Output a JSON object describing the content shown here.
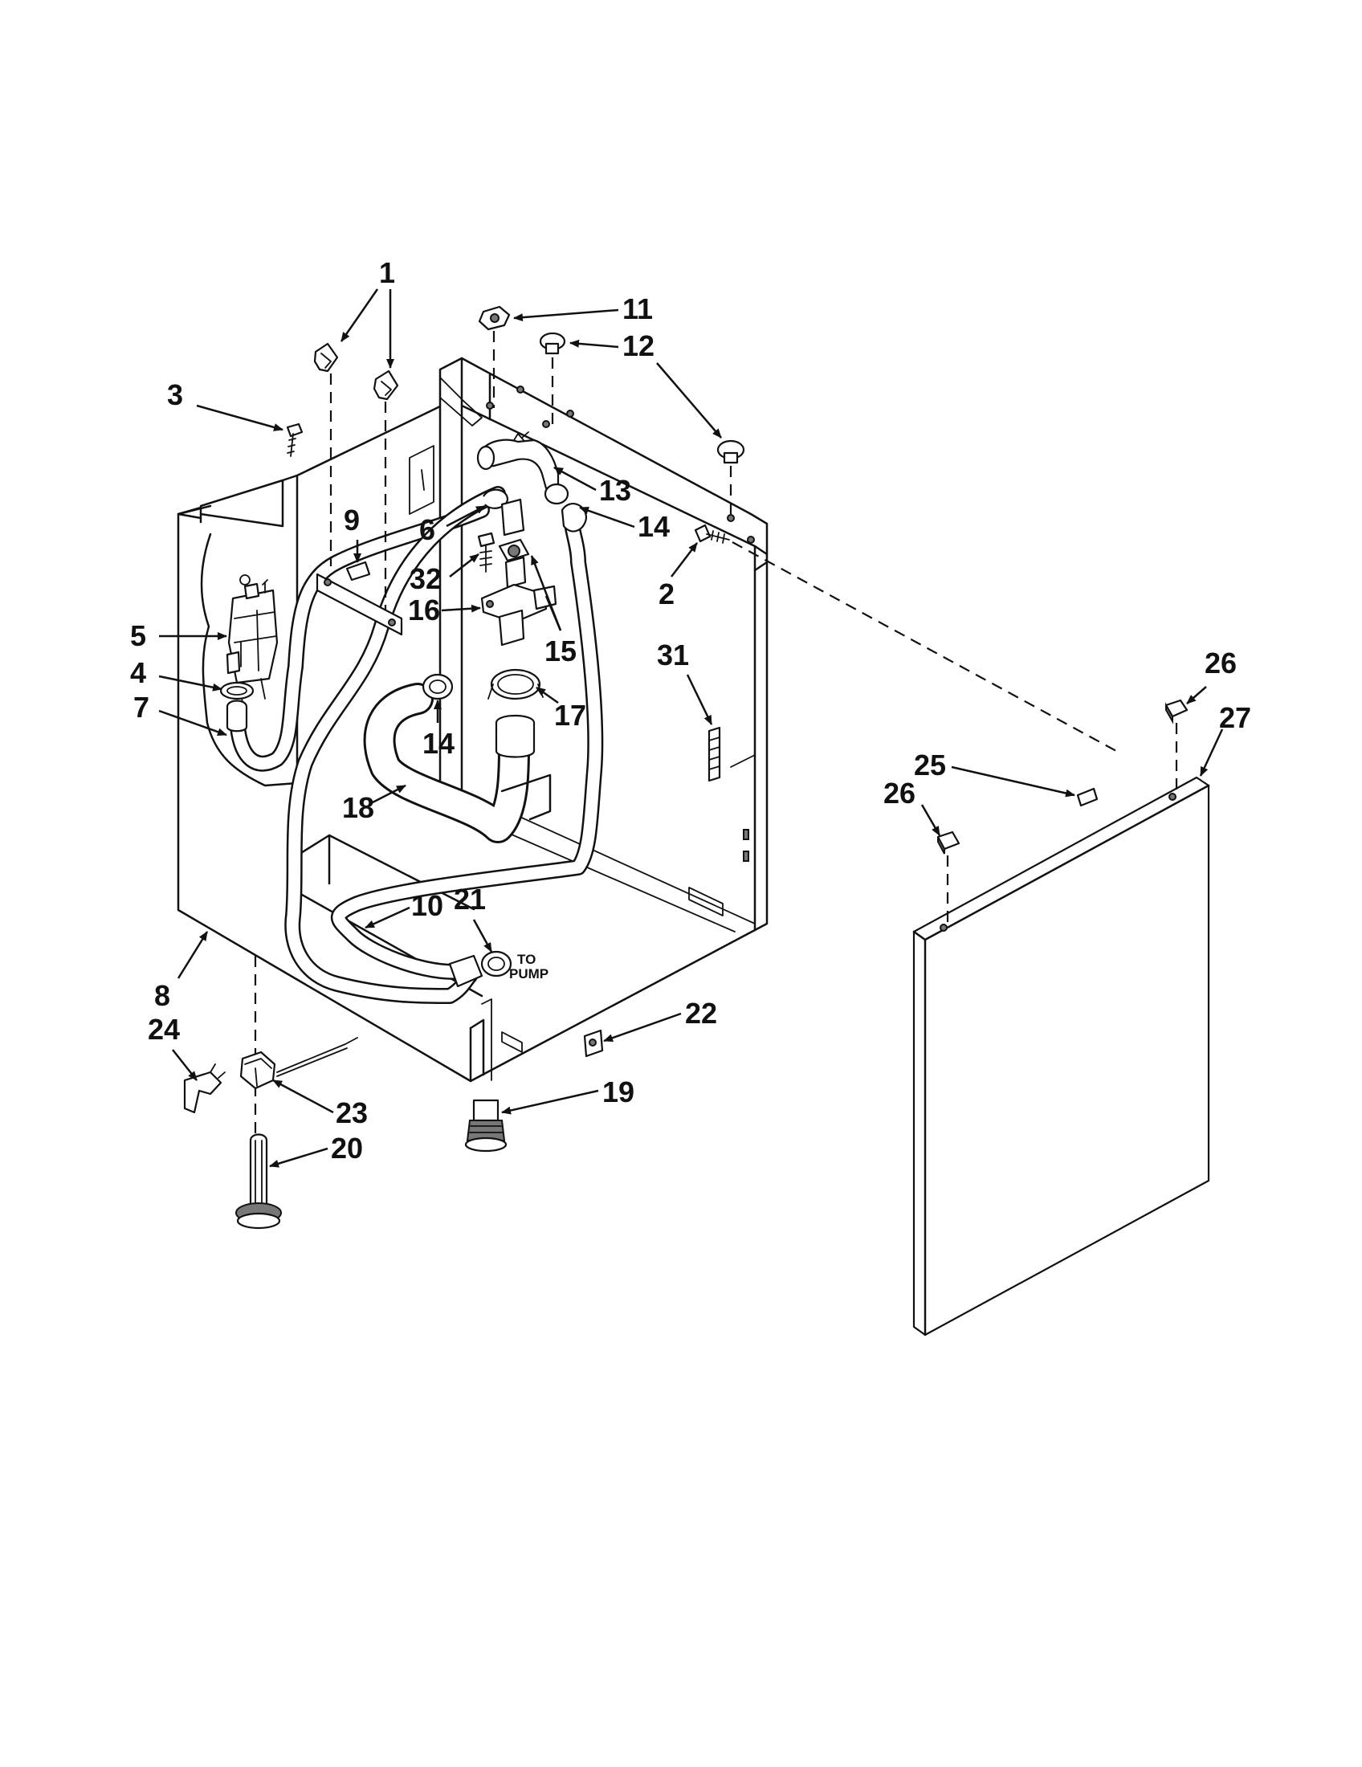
{
  "callouts": [
    {
      "id": "1",
      "label": "1"
    },
    {
      "id": "2",
      "label": "2"
    },
    {
      "id": "3",
      "label": "3"
    },
    {
      "id": "4",
      "label": "4"
    },
    {
      "id": "5",
      "label": "5"
    },
    {
      "id": "6",
      "label": "6"
    },
    {
      "id": "7",
      "label": "7"
    },
    {
      "id": "8",
      "label": "8"
    },
    {
      "id": "9",
      "label": "9"
    },
    {
      "id": "10",
      "label": "10"
    },
    {
      "id": "11",
      "label": "11"
    },
    {
      "id": "12",
      "label": "12"
    },
    {
      "id": "13",
      "label": "13"
    },
    {
      "id": "14a",
      "label": "14"
    },
    {
      "id": "14b",
      "label": "14"
    },
    {
      "id": "15",
      "label": "15"
    },
    {
      "id": "16",
      "label": "16"
    },
    {
      "id": "17",
      "label": "17"
    },
    {
      "id": "18",
      "label": "18"
    },
    {
      "id": "19",
      "label": "19"
    },
    {
      "id": "20",
      "label": "20"
    },
    {
      "id": "21",
      "label": "21"
    },
    {
      "id": "22",
      "label": "22"
    },
    {
      "id": "23",
      "label": "23"
    },
    {
      "id": "24",
      "label": "24"
    },
    {
      "id": "25",
      "label": "25"
    },
    {
      "id": "26a",
      "label": "26"
    },
    {
      "id": "26b",
      "label": "26"
    },
    {
      "id": "27",
      "label": "27"
    },
    {
      "id": "31",
      "label": "31"
    },
    {
      "id": "32",
      "label": "32"
    }
  ],
  "annotation": {
    "line1": "TO",
    "line2": "PUMP"
  }
}
